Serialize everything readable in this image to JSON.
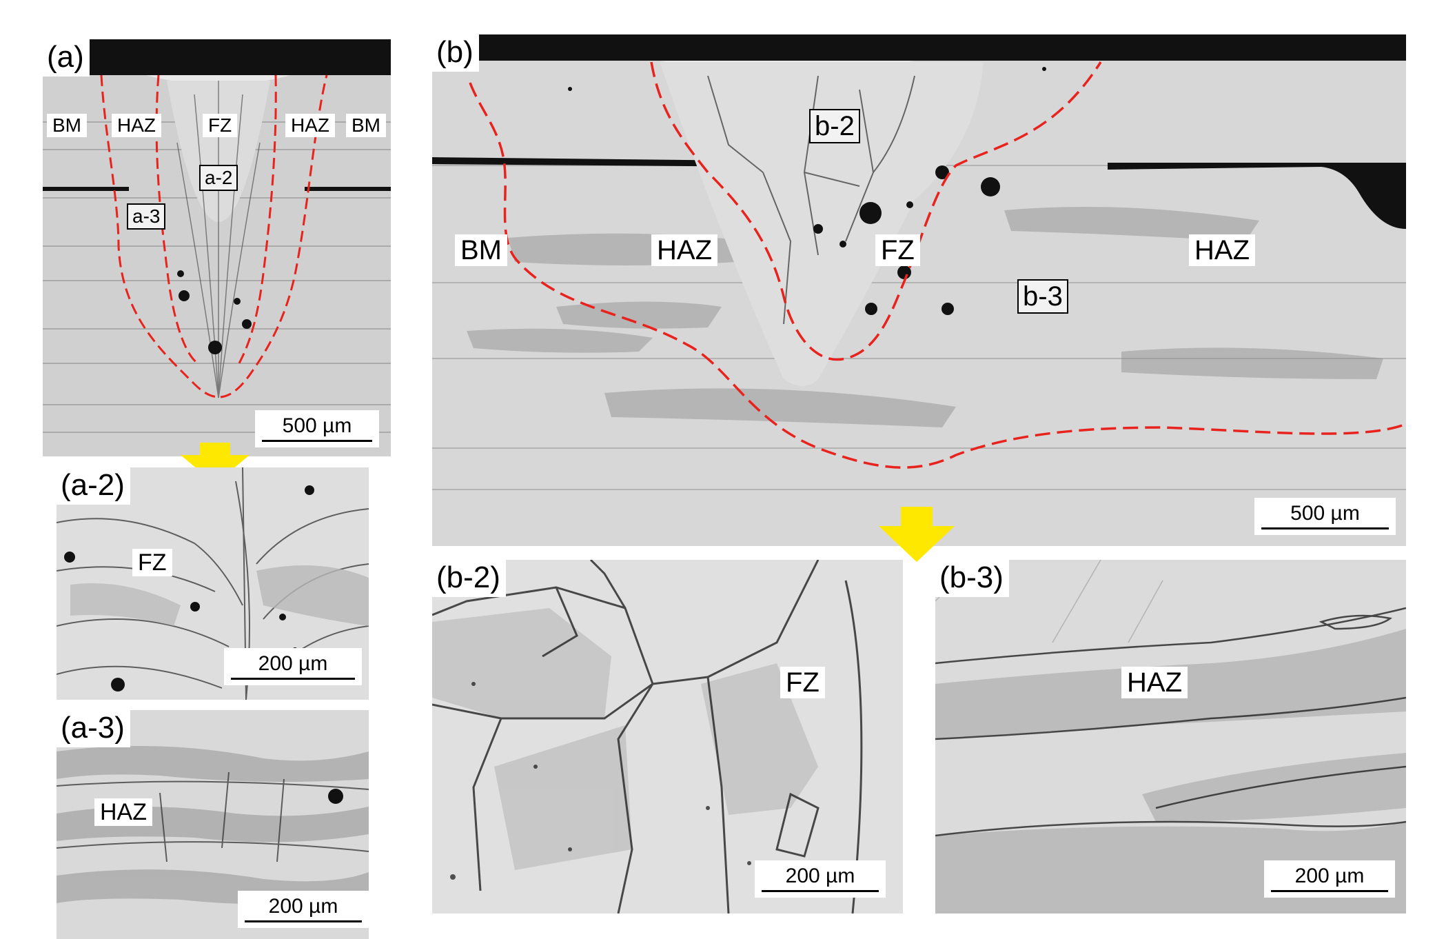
{
  "panels": {
    "a": {
      "label": "(a)",
      "scale": "500 µm",
      "zones": {
        "bm_left": "BM",
        "haz_left": "HAZ",
        "fz": "FZ",
        "haz_right": "HAZ",
        "bm_right": "BM"
      },
      "boxes": {
        "a2": "a-2",
        "a3": "a-3"
      }
    },
    "a2": {
      "label": "(a-2)",
      "scale": "200 µm",
      "zone": "FZ"
    },
    "a3": {
      "label": "(a-3)",
      "scale": "200 µm",
      "zone": "HAZ"
    },
    "b": {
      "label": "(b)",
      "scale": "500 µm",
      "zones": {
        "bm": "BM",
        "haz_left": "HAZ",
        "fz": "FZ",
        "haz_right": "HAZ"
      },
      "boxes": {
        "b2": "b-2",
        "b3": "b-3"
      }
    },
    "b2": {
      "label": "(b-2)",
      "scale": "200 µm",
      "zone": "FZ"
    },
    "b3": {
      "label": "(b-3)",
      "scale": "200 µm",
      "zone": "HAZ"
    }
  },
  "colors": {
    "boundary": "#e8221c",
    "arrow": "#ffe800",
    "background": "#d4d4d4"
  }
}
